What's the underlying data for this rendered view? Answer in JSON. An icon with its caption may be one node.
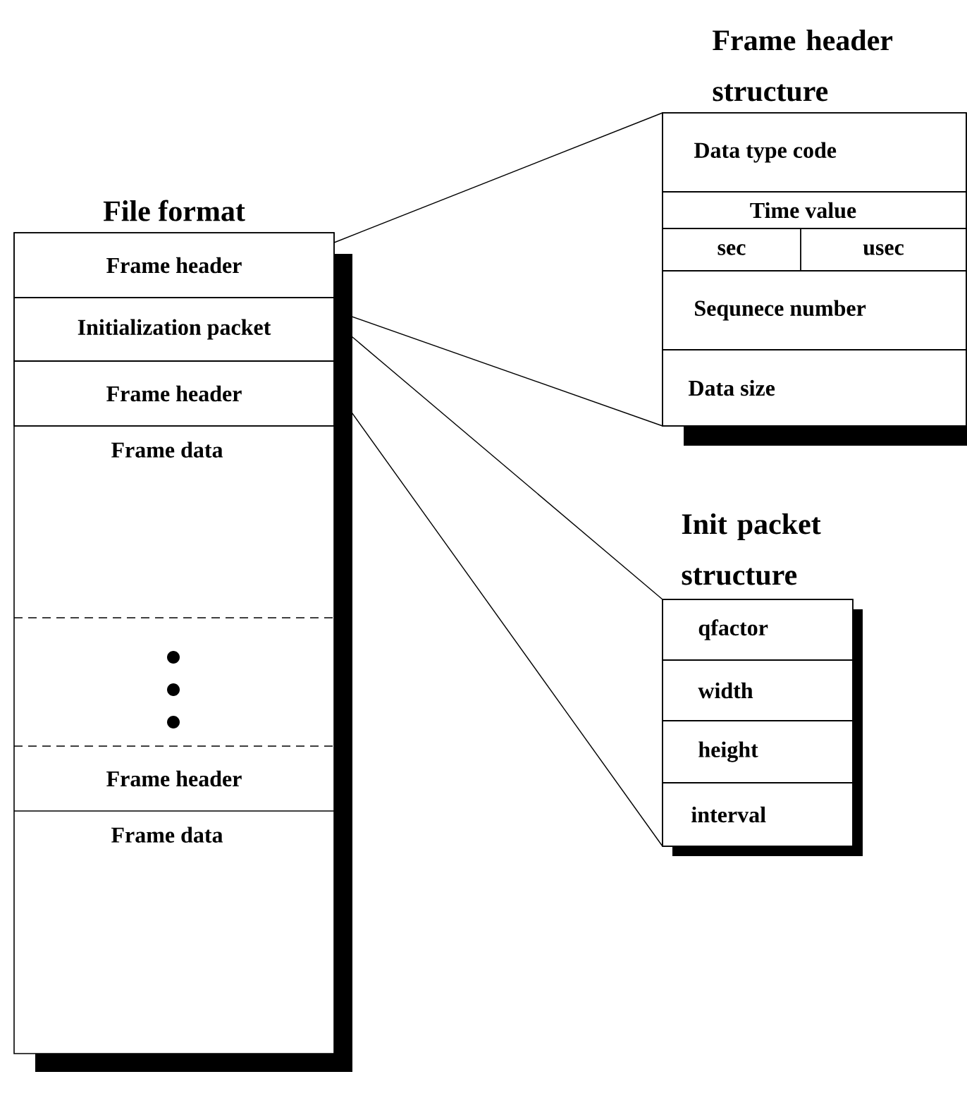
{
  "diagram": {
    "nodes": [
      {
        "text": [
          "File format"
        ]
      },
      {
        "text": [
          "Frame header"
        ],
        "in": 0
      },
      {
        "text": [
          "Initialization packet"
        ],
        "in": 0
      },
      {
        "text": [
          "Frame header"
        ],
        "in": 0
      },
      {
        "text": [
          "Frame data"
        ],
        "in": 0
      },
      {
        "text": [
          "Frame header"
        ],
        "in": 0
      },
      {
        "text": [
          "Frame data"
        ],
        "in": 0
      },
      {
        "text": [
          "Frame header structure"
        ]
      },
      {
        "text": [
          "Data type code"
        ],
        "in": 7
      },
      {
        "text": [
          "Time value"
        ],
        "in": 7
      },
      {
        "text": [
          "sec"
        ],
        "in": 7
      },
      {
        "text": [
          "usec"
        ],
        "in": 7
      },
      {
        "text": [
          "Sequnece number"
        ],
        "in": 7
      },
      {
        "text": [
          "Data size"
        ],
        "in": 7
      },
      {
        "text": [
          "Init packet structure"
        ]
      },
      {
        "text": [
          "qfactor"
        ],
        "in": 14
      },
      {
        "text": [
          "width"
        ],
        "in": 14
      },
      {
        "text": [
          "height"
        ],
        "in": 14
      },
      {
        "text": [
          "interval"
        ],
        "in": 14
      }
    ],
    "edges": [
      {
        "from": 1,
        "to": 7,
        "arrow": "none"
      },
      {
        "from": 2,
        "to": 7,
        "arrow": "none"
      },
      {
        "from": 2,
        "to": 14,
        "arrow": "none"
      },
      {
        "from": 3,
        "to": 14,
        "arrow": "none"
      }
    ]
  }
}
